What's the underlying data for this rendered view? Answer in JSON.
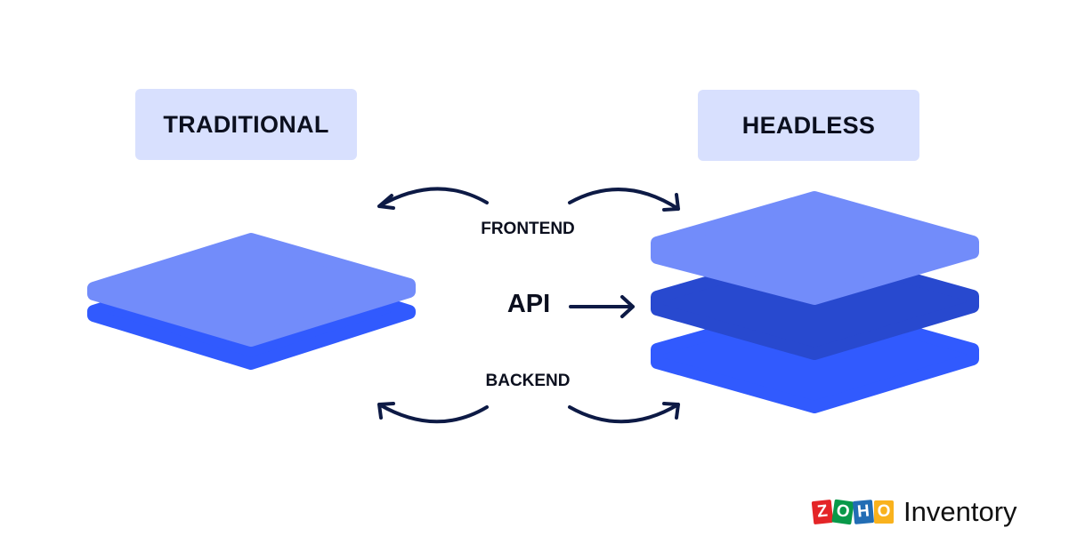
{
  "left": {
    "title": "TRADITIONAL"
  },
  "right": {
    "title": "HEADLESS"
  },
  "labels": {
    "frontend": "FRONTEND",
    "api": "API",
    "backend": "BACKEND"
  },
  "logo": {
    "brand": "ZOHO",
    "letters": [
      "Z",
      "O",
      "H",
      "O"
    ],
    "letter_colors": [
      "#e42527",
      "#089949",
      "#226db4",
      "#f9b21d"
    ],
    "product": "Inventory"
  },
  "colors": {
    "light_layer": "#728cfa",
    "dark_layer": "#2849cf",
    "bright_layer": "#315afe",
    "arrow": "#0d1a45",
    "badge_bg": "#d8e0fe"
  }
}
